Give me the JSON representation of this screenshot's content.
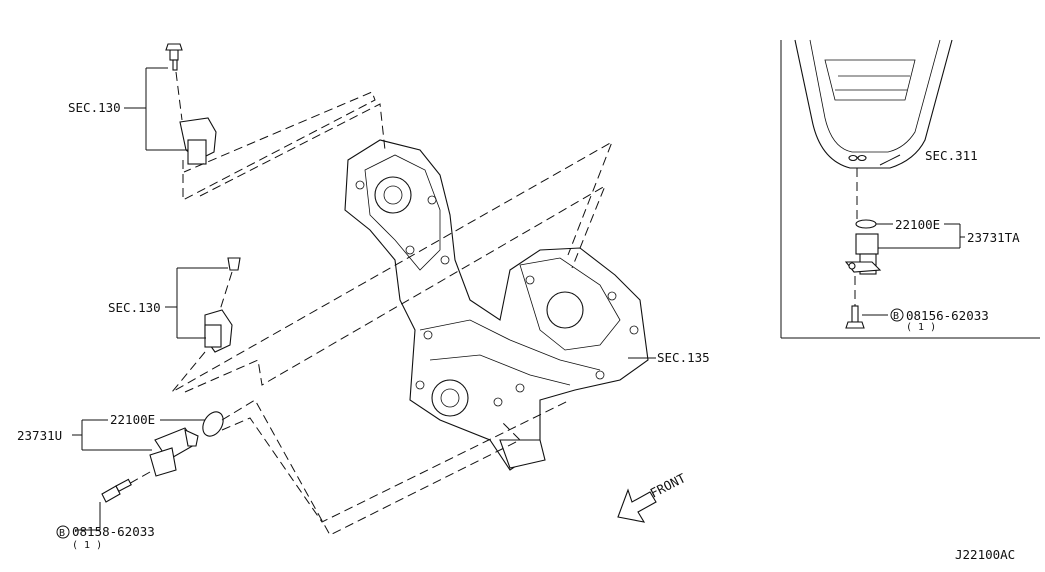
{
  "callouts": {
    "sec130_top": "SEC.130",
    "sec130_mid": "SEC.130",
    "sec135": "SEC.135",
    "sec311": "SEC.311",
    "oring_left": "22100E",
    "sensor_left": "23731U",
    "bolt_left": "08158-62033",
    "bolt_left_qty": "( 1 )",
    "oring_right": "22100E",
    "sensor_right": "23731TA",
    "bolt_right": "08156-62033",
    "bolt_right_qty": "( 1 )",
    "bolt_marker": "B",
    "front": "FRONT"
  },
  "diagram_code": "J22100AC"
}
